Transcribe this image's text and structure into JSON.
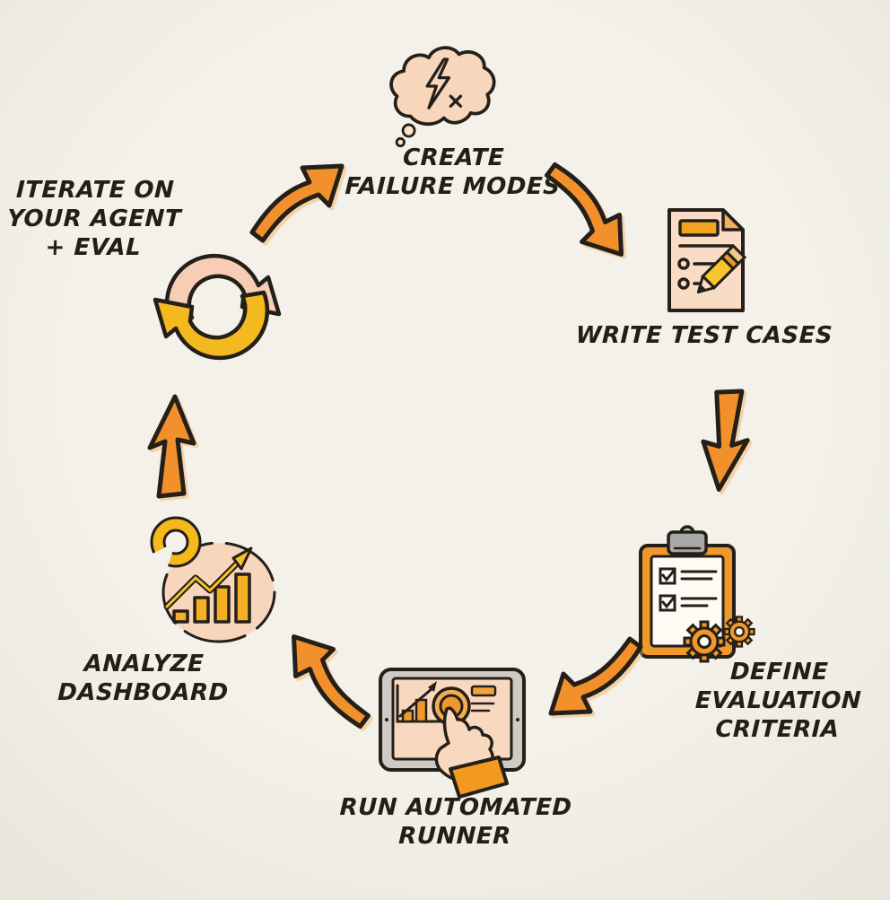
{
  "diagram": {
    "background_color": "#F4F1EA",
    "palette": {
      "arrow_orange": "#F2912B",
      "accent_yellow": "#F4B91F",
      "peach_fill": "#F8D7BF",
      "peach_light": "#F7CDB5",
      "outline_black": "#241F18",
      "clip_gray": "#A8A8A8"
    },
    "steps": [
      {
        "id": "create-failure-modes",
        "icon": "thought-cloud-error-icon",
        "label": "CREATE\nFAILURE MODES"
      },
      {
        "id": "write-test-cases",
        "icon": "document-pencil-icon",
        "label": "WRITE TEST CASES"
      },
      {
        "id": "define-evaluation-criteria",
        "icon": "clipboard-checklist-gears-icon",
        "label": "DEFINE\nEVALUATION\nCRITERIA"
      },
      {
        "id": "run-automated-runner",
        "icon": "tablet-touch-icon",
        "label": "RUN AUTOMATED\nRUNNER"
      },
      {
        "id": "analyze-dashboard",
        "icon": "chart-growth-icon",
        "label": "ANALYZE\nDASHBOARD"
      },
      {
        "id": "iterate-agent-eval",
        "icon": "refresh-cycle-icon",
        "label": "ITERATE ON\nYOUR AGENT\n+ EVAL"
      }
    ],
    "arrows": [
      {
        "id": "arrow-iterate-to-create",
        "direction": "up-right"
      },
      {
        "id": "arrow-create-to-write",
        "direction": "down-right"
      },
      {
        "id": "arrow-write-to-define",
        "direction": "down"
      },
      {
        "id": "arrow-define-to-run",
        "direction": "down-left"
      },
      {
        "id": "arrow-run-to-analyze",
        "direction": "up-left"
      },
      {
        "id": "arrow-analyze-to-iterate",
        "direction": "up"
      }
    ]
  }
}
